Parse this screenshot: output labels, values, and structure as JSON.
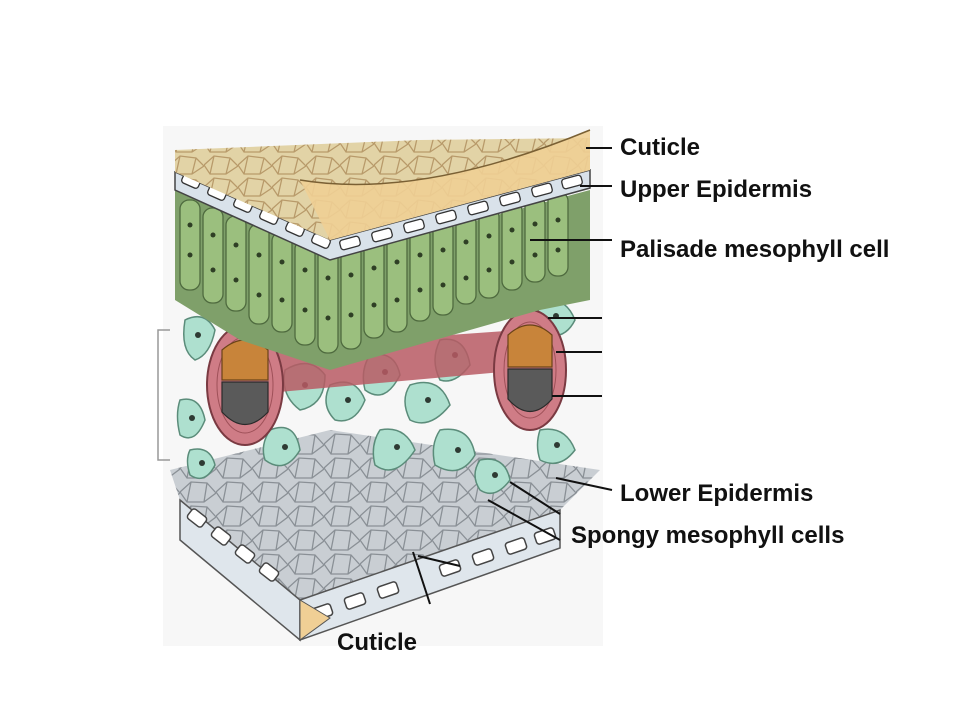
{
  "labels": {
    "cuticle_top": "Cuticle",
    "upper_epidermis": "Upper Epidermis",
    "palisade": "Palisade mesophyll cell",
    "lower_epidermis": "Lower Epidermis",
    "spongy": "Spongy mesophyll cells",
    "cuticle_bottom": "Cuticle"
  },
  "colors": {
    "cuticle": "#f0cf95",
    "epidermis": "#d9e2ea",
    "palisade": "#9bbf7e",
    "spongy": "#aee0cf",
    "xylem": "#c8843a",
    "phloem": "#5a5a5a",
    "bundle_sheath": "#cf7c86"
  }
}
